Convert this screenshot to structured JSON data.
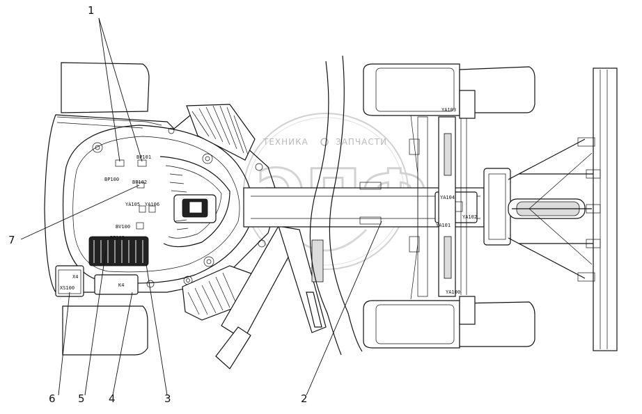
{
  "watermark": {
    "left_word": "ТЕХНИКА",
    "right_word": "ЗАПЧАСТИ",
    "logo": "ЭПФ"
  },
  "callouts": [
    "1",
    "2",
    "3",
    "4",
    "5",
    "6",
    "7"
  ],
  "component_tags": {
    "bp101": "BP101",
    "bp100": "BP100",
    "bp102": "BP102",
    "ya105": "YA105",
    "ya106": "YA106",
    "bv100": "BV100",
    "bp103": "BP103",
    "xs100": "XS100",
    "x4": "X4",
    "k4": "K4",
    "ya103": "YA103",
    "ya104": "YA104",
    "ya101": "YA101",
    "ya102": "YA102",
    "ya100": "YA100"
  }
}
